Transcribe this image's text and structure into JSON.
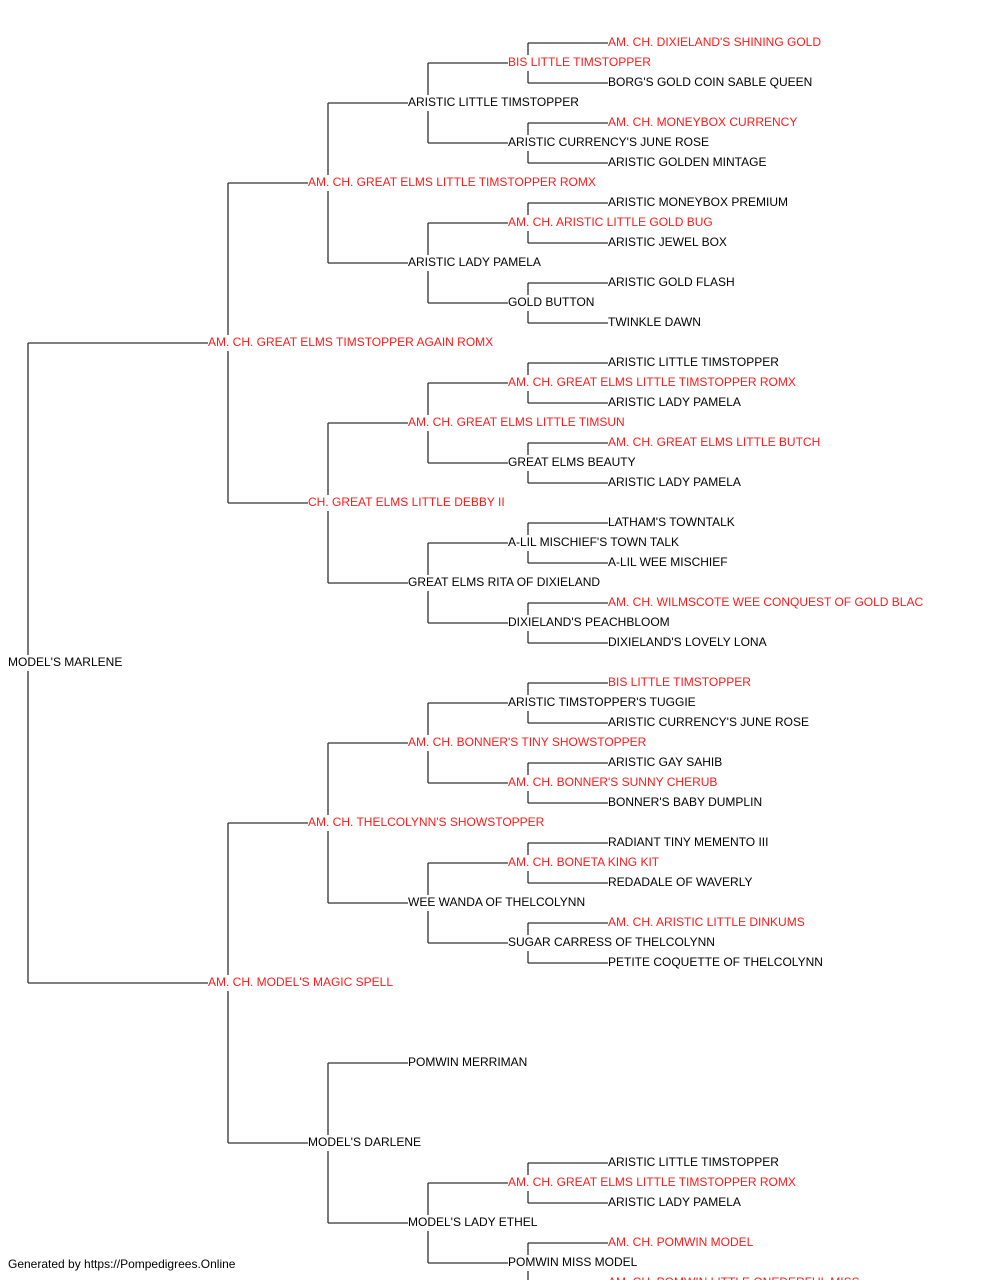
{
  "colors": {
    "champion": "#ff1a1a",
    "normal": "#000000",
    "line": "#333333"
  },
  "pedigree": {
    "name": "MODEL'S MARLENE",
    "champion": false,
    "sire": {
      "name": "AM. CH. GREAT ELMS TIMSTOPPER AGAIN ROMX",
      "champion": true,
      "sire": {
        "name": "AM. CH. GREAT ELMS LITTLE TIMSTOPPER ROMX",
        "champion": true,
        "sire": {
          "name": "ARISTIC LITTLE TIMSTOPPER",
          "champion": false,
          "sire": {
            "name": "BIS LITTLE TIMSTOPPER",
            "champion": true,
            "sire": {
              "name": "AM. CH. DIXIELAND'S SHINING GOLD",
              "champion": true
            },
            "dam": {
              "name": "BORG'S GOLD COIN SABLE QUEEN",
              "champion": false
            }
          },
          "dam": {
            "name": "ARISTIC CURRENCY'S JUNE ROSE",
            "champion": false,
            "sire": {
              "name": "AM. CH. MONEYBOX CURRENCY",
              "champion": true
            },
            "dam": {
              "name": "ARISTIC GOLDEN MINTAGE",
              "champion": false
            }
          }
        },
        "dam": {
          "name": "ARISTIC LADY PAMELA",
          "champion": false,
          "sire": {
            "name": "AM. CH. ARISTIC LITTLE GOLD BUG",
            "champion": true,
            "sire": {
              "name": "ARISTIC MONEYBOX PREMIUM",
              "champion": false
            },
            "dam": {
              "name": "ARISTIC JEWEL BOX",
              "champion": false
            }
          },
          "dam": {
            "name": "GOLD BUTTON",
            "champion": false,
            "sire": {
              "name": "ARISTIC GOLD FLASH",
              "champion": false
            },
            "dam": {
              "name": "TWINKLE DAWN",
              "champion": false
            }
          }
        }
      },
      "dam": {
        "name": "CH. GREAT ELMS LITTLE DEBBY II",
        "champion": true,
        "sire": {
          "name": "AM. CH. GREAT ELMS LITTLE TIMSUN",
          "champion": true,
          "sire": {
            "name": "AM. CH. GREAT ELMS LITTLE TIMSTOPPER ROMX",
            "champion": true,
            "sire": {
              "name": "ARISTIC LITTLE TIMSTOPPER",
              "champion": false
            },
            "dam": {
              "name": "ARISTIC LADY PAMELA",
              "champion": false
            }
          },
          "dam": {
            "name": "GREAT ELMS BEAUTY",
            "champion": false,
            "sire": {
              "name": "AM. CH. GREAT ELMS LITTLE BUTCH",
              "champion": true
            },
            "dam": {
              "name": "ARISTIC LADY PAMELA",
              "champion": false
            }
          }
        },
        "dam": {
          "name": "GREAT ELMS RITA OF DIXIELAND",
          "champion": false,
          "sire": {
            "name": "A-LIL MISCHIEF'S TOWN TALK",
            "champion": false,
            "sire": {
              "name": "LATHAM'S TOWNTALK",
              "champion": false
            },
            "dam": {
              "name": "A-LIL WEE MISCHIEF",
              "champion": false
            }
          },
          "dam": {
            "name": "DIXIELAND'S PEACHBLOOM",
            "champion": false,
            "sire": {
              "name": "AM. CH. WILMSCOTE WEE CONQUEST OF GOLD BLAC",
              "champion": true
            },
            "dam": {
              "name": "DIXIELAND'S LOVELY LONA",
              "champion": false
            }
          }
        }
      }
    },
    "dam": {
      "name": "AM. CH. MODEL'S MAGIC SPELL",
      "champion": true,
      "sire": {
        "name": "AM. CH. THELCOLYNN'S SHOWSTOPPER",
        "champion": true,
        "sire": {
          "name": "AM. CH. BONNER'S TINY SHOWSTOPPER",
          "champion": true,
          "sire": {
            "name": "ARISTIC TIMSTOPPER'S TUGGIE",
            "champion": false,
            "sire": {
              "name": "BIS LITTLE TIMSTOPPER",
              "champion": true
            },
            "dam": {
              "name": "ARISTIC CURRENCY'S JUNE ROSE",
              "champion": false
            }
          },
          "dam": {
            "name": "AM. CH. BONNER'S SUNNY CHERUB",
            "champion": true,
            "sire": {
              "name": "ARISTIC GAY SAHIB",
              "champion": false
            },
            "dam": {
              "name": "BONNER'S BABY DUMPLIN",
              "champion": false
            }
          }
        },
        "dam": {
          "name": "WEE WANDA OF THELCOLYNN",
          "champion": false,
          "sire": {
            "name": "AM. CH. BONETA KING KIT",
            "champion": true,
            "sire": {
              "name": "RADIANT TINY MEMENTO III",
              "champion": false
            },
            "dam": {
              "name": "REDADALE OF WAVERLY",
              "champion": false
            }
          },
          "dam": {
            "name": "SUGAR CARRESS OF THELCOLYNN",
            "champion": false,
            "sire": {
              "name": "AM. CH. ARISTIC LITTLE DINKUMS",
              "champion": true
            },
            "dam": {
              "name": "PETITE COQUETTE OF THELCOLYNN",
              "champion": false
            }
          }
        }
      },
      "dam": {
        "name": "MODEL'S DARLENE",
        "champion": false,
        "sire": {
          "name": "POMWIN MERRIMAN",
          "champion": false
        },
        "dam": {
          "name": "MODEL'S LADY ETHEL",
          "champion": false,
          "sire": {
            "name": "AM. CH. GREAT ELMS LITTLE TIMSTOPPER ROMX",
            "champion": true,
            "sire": {
              "name": "ARISTIC LITTLE TIMSTOPPER",
              "champion": false
            },
            "dam": {
              "name": "ARISTIC LADY PAMELA",
              "champion": false
            }
          },
          "dam": {
            "name": "POMWIN MISS MODEL",
            "champion": false,
            "sire": {
              "name": "AM. CH. POMWIN MODEL",
              "champion": true
            },
            "dam": {
              "name": "AM. CH. POMWIN LITTLE ONEDERFUL MISS",
              "champion": true
            }
          }
        }
      }
    }
  },
  "footer": "Generated by https://Pompedigrees.Online"
}
